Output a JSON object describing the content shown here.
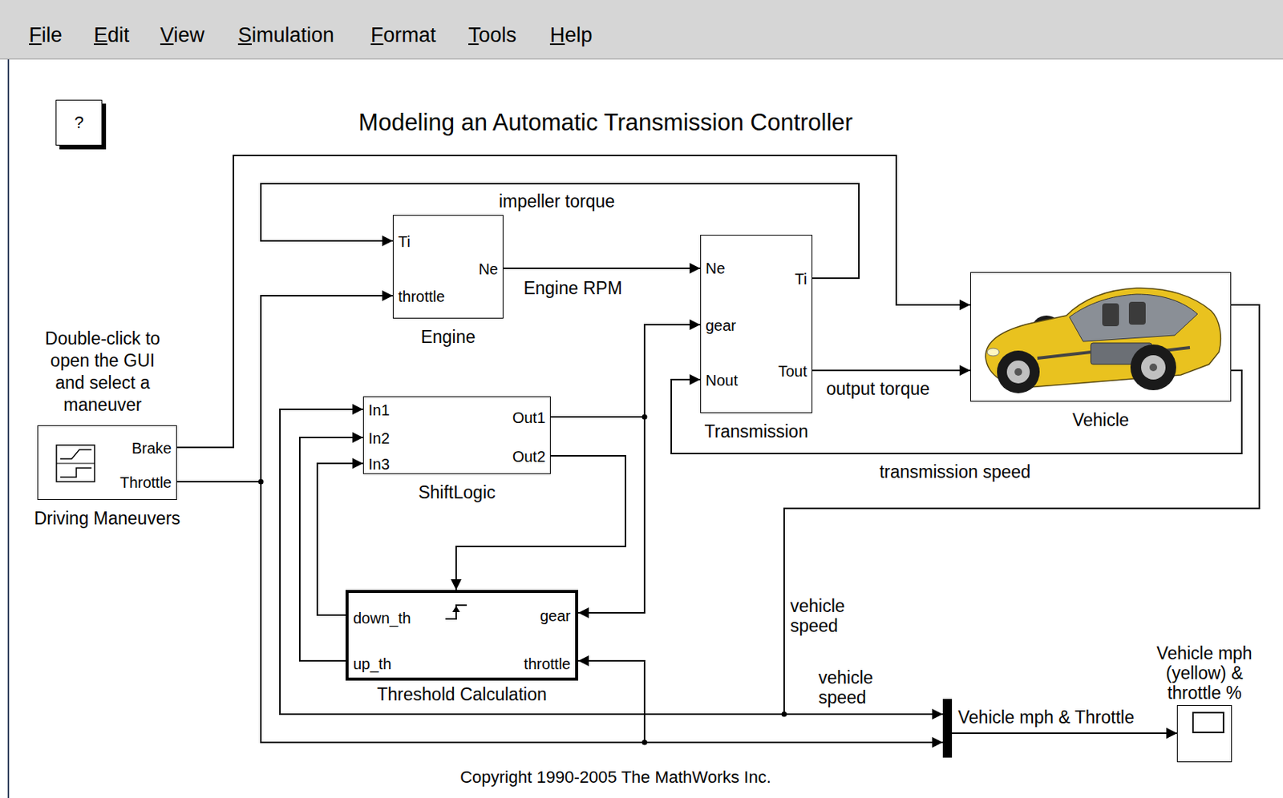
{
  "diagram": {
    "title": "Modeling an Automatic Transmission Controller",
    "caption": "Copyright 1990-2005 The MathWorks Inc.",
    "nodes": [
      {
        "text": [
          "?"
        ]
      },
      {
        "text": [
          "Brake",
          "Throttle",
          "Driving Maneuvers"
        ]
      },
      {
        "text": [
          "Ti",
          "throttle",
          "Ne",
          "Engine"
        ]
      },
      {
        "text": [
          "Ne",
          "gear",
          "Nout",
          "Ti",
          "Tout",
          "Transmission"
        ]
      },
      {
        "text": [
          "Vehicle"
        ]
      },
      {
        "text": [
          "In1",
          "In2",
          "In3",
          "Out1",
          "Out2",
          "ShiftLogic"
        ]
      },
      {
        "text": [
          "down_th",
          "up_th",
          "gear",
          "throttle",
          "Threshold Calculation"
        ]
      },
      {
        "text": [
          "Vehicle mph (yellow) & throttle %"
        ]
      }
    ],
    "edges": [
      {
        "from": 1,
        "to": 2,
        "arrow": "to"
      },
      {
        "from": 1,
        "to": 4,
        "arrow": "to"
      },
      {
        "from": 1,
        "to": 6,
        "arrow": "to"
      },
      {
        "from": 1,
        "to": 7,
        "arrow": "to"
      },
      {
        "from": 2,
        "to": 3,
        "label": "Engine RPM",
        "arrow": "to"
      },
      {
        "from": 3,
        "to": 2,
        "label": "impeller torque",
        "arrow": "to"
      },
      {
        "from": 3,
        "to": 4,
        "label": "output torque",
        "arrow": "to"
      },
      {
        "from": 4,
        "to": 3,
        "label": "transmission speed",
        "arrow": "to"
      },
      {
        "from": 4,
        "to": 5,
        "label": "vehicle speed",
        "arrow": "to"
      },
      {
        "from": 4,
        "to": 7,
        "label": "vehicle speed",
        "arrow": "to"
      },
      {
        "from": 5,
        "to": 3,
        "arrow": "to"
      },
      {
        "from": 5,
        "to": 6,
        "arrow": "to"
      },
      {
        "from": 5,
        "to": 6,
        "arrow": "to"
      },
      {
        "from": 6,
        "to": 5,
        "arrow": "to"
      },
      {
        "from": 6,
        "to": 5,
        "arrow": "to"
      }
    ],
    "labels": [
      "File",
      "Edit",
      "View",
      "Simulation",
      "Format",
      "Tools",
      "Help",
      "Double-click to open the GUI and select a maneuver",
      "Vehicle mph & Throttle"
    ]
  }
}
